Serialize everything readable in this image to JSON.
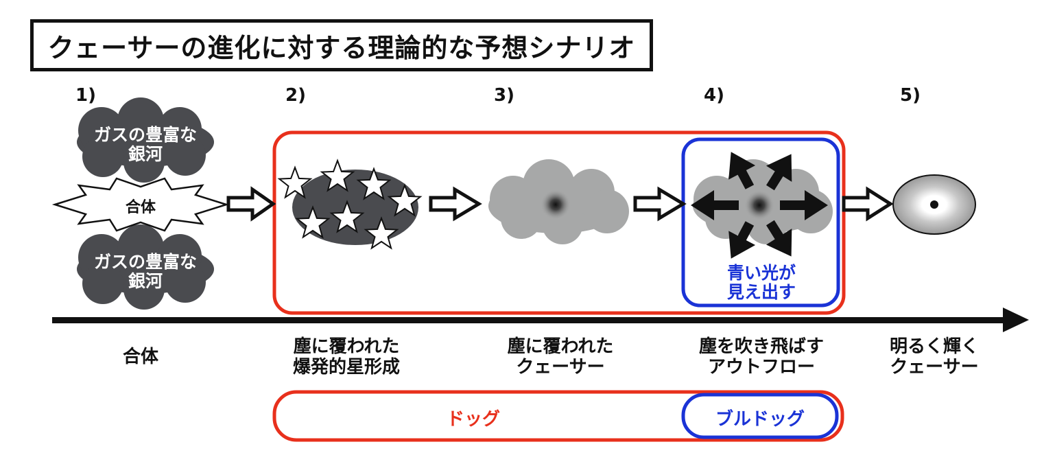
{
  "title": "クェーサーの進化に対する理論的な予想シナリオ",
  "steps": [
    "1)",
    "2)",
    "3)",
    "4)",
    "5)"
  ],
  "clouds": {
    "top_line1": "ガスの豊富な",
    "top_line2": "銀河",
    "bottom_line1": "ガスの豊富な",
    "bottom_line2": "銀河"
  },
  "merger_label": "合体",
  "blue_note": {
    "line1": "青い光が",
    "line2": "見え出す"
  },
  "stages": [
    {
      "line1": "合体",
      "line2": ""
    },
    {
      "line1": "塵に覆われた",
      "line2": "爆発的星形成"
    },
    {
      "line1": "塵に覆われた",
      "line2": "クェーサー"
    },
    {
      "line1": "塵を吹き飛ばす",
      "line2": "アウトフロー"
    },
    {
      "line1": "明るく輝く",
      "line2": "クェーサー"
    }
  ],
  "bars": {
    "dog": "ドッグ",
    "bulldog": "ブルドッグ"
  },
  "colors": {
    "red": "#e8301c",
    "blue": "#1a33d6",
    "cloud_dark": "#4a4b4f",
    "cloud_light": "#a7a8a8",
    "ink": "#111111"
  }
}
